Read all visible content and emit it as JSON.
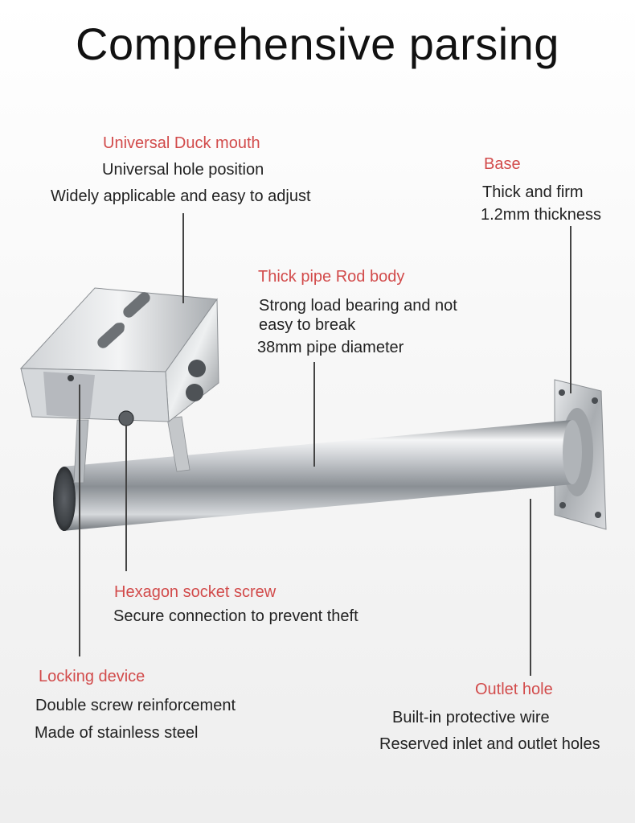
{
  "title": "Comprehensive parsing",
  "colors": {
    "heading": "#d24b4b",
    "text": "#222222",
    "steel": "#b8bcc0"
  },
  "annotations": {
    "duck_mouth": {
      "heading": "Universal Duck mouth",
      "line1": "Universal hole position",
      "line2": "Widely applicable and easy to adjust"
    },
    "base": {
      "heading": "Base",
      "line1": "Thick and firm",
      "line2": "1.2mm thickness"
    },
    "pipe": {
      "heading": "Thick pipe Rod body",
      "line1": "Strong load bearing and not",
      "line2": "easy to break",
      "line3": "38mm pipe diameter"
    },
    "hex_screw": {
      "heading": "Hexagon socket screw",
      "line1": "Secure connection to prevent theft"
    },
    "locking": {
      "heading": "Locking device",
      "line1": "Double screw reinforcement",
      "line2": "Made of stainless steel"
    },
    "outlet": {
      "heading": "Outlet hole",
      "line1": "Built-in protective wire",
      "line2": "Reserved inlet and outlet holes"
    }
  }
}
